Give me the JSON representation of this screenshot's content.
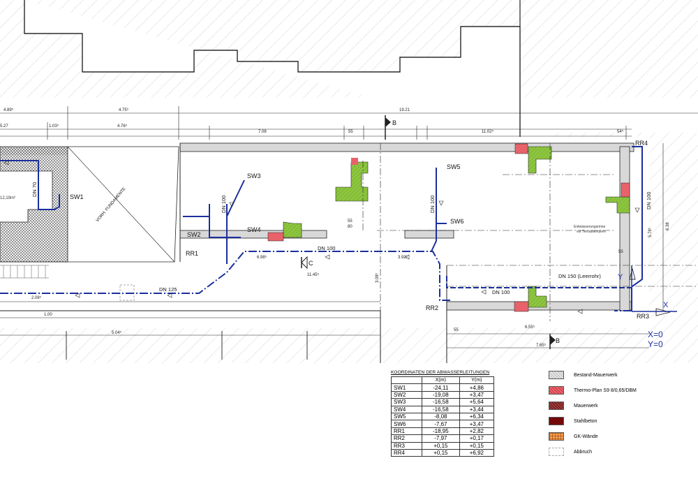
{
  "labels": {
    "sw1": "SW1",
    "sw2": "SW2",
    "sw3": "SW3",
    "sw4": "SW4",
    "sw5": "SW5",
    "sw6": "SW6",
    "rr1": "RR1",
    "rr2": "RR2",
    "rr3": "RR3",
    "rr4": "RR4",
    "dn70": "DN 70",
    "dn100a": "DN 100",
    "dn100b": "DN 100",
    "dn100c": "DN 100",
    "dn100d": "DN 100",
    "dn100e": "DN 100",
    "dn125": "DN 125",
    "dn150": "DN 150 (Leerrohr)",
    "vorh": "VORH. FUNDAMENTE",
    "section_b": "B",
    "section_c": "C",
    "axis_x": "X",
    "axis_y": "Y",
    "origin_x": "X=0",
    "origin_y": "Y=0",
    "area": "12,19m²",
    "entwaesserung1": "Entwässerungsrinne",
    "entwaesserung2": "vor Terrassentüren"
  },
  "dims": {
    "d1": "4.89⁵",
    "d2": "4.75⁵",
    "d3": "19.21",
    "d4": "5.27",
    "d5": "1.03⁵",
    "d6": "4.76⁵",
    "d7": "7.08",
    "d8": "55",
    "d9": "11.02⁵",
    "d10": "54⁵",
    "d11": "6.98⁵",
    "d12": "3.92⁵",
    "d13": "11.45⁵",
    "d14": "3.08⁵",
    "d15": "2.08⁵",
    "d16": "1.00",
    "d17": "5.04⁵",
    "d18": "6.55⁵",
    "d19": "7.65⁵",
    "d20": "5.78⁵",
    "d21": "6.38",
    "d22": "55",
    "d23": "80",
    "d24": "55",
    "d25": "55"
  },
  "coords": {
    "title": "KOORDINATEN DER ABWASSERLEITUNGEN",
    "head_x": "X(m)",
    "head_y": "Y(m)",
    "rows": [
      {
        "id": "SW1",
        "x": "-24,11",
        "y": "+4,86"
      },
      {
        "id": "SW2",
        "x": "-19,08",
        "y": "+3,47"
      },
      {
        "id": "SW3",
        "x": "-16,58",
        "y": "+5,64"
      },
      {
        "id": "SW4",
        "x": "-16,58",
        "y": "+3,44"
      },
      {
        "id": "SW5",
        "x": "-8,08",
        "y": "+6,34"
      },
      {
        "id": "SW6",
        "x": "-7,67",
        "y": "+3,47"
      },
      {
        "id": "RR1",
        "x": "-18,95",
        "y": "+2,82"
      },
      {
        "id": "RR2",
        "x": "-7,97",
        "y": "+0,17"
      },
      {
        "id": "RR3",
        "x": "+0,15",
        "y": "+0,15"
      },
      {
        "id": "RR4",
        "x": "+0,15",
        "y": "+6,92"
      }
    ]
  },
  "legend": [
    {
      "label": "Bestand-Mauerwerk",
      "swatch": "bestand"
    },
    {
      "label": "Thermo-Plan S9 8/0,65/DBM",
      "swatch": "thermo"
    },
    {
      "label": "Mauerwerk",
      "swatch": "mauer"
    },
    {
      "label": "Stahlbeton",
      "swatch": "stahl"
    },
    {
      "label": "GK-Wände",
      "swatch": "gk"
    },
    {
      "label": "Abbruch",
      "swatch": "abbruch"
    }
  ],
  "colors": {
    "pipe": "#1a2f9c",
    "green": "#8dc63f",
    "red": "#e84f5a",
    "grey": "#cfcfcf"
  }
}
